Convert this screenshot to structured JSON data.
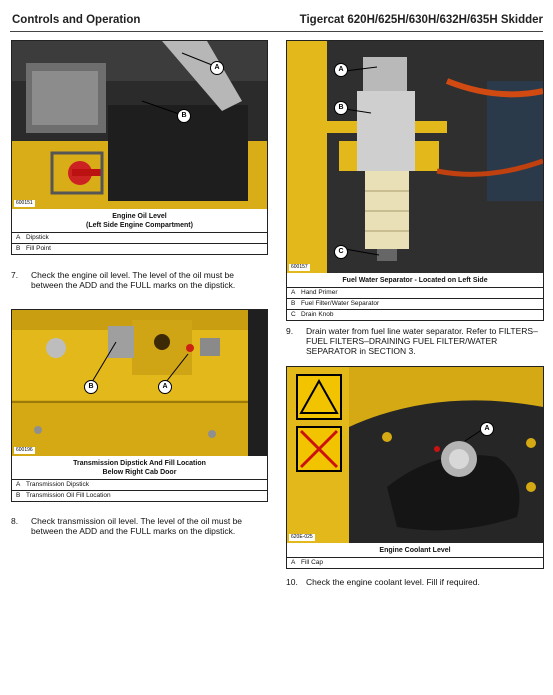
{
  "header": {
    "left": "Controls and Operation",
    "right": "Tigercat 620H/625H/630H/632H/635H  Skidder"
  },
  "figures": {
    "engine_oil": {
      "id": "600151",
      "title_line1": "Engine Oil Level",
      "title_line2": "(Left Side Engine Compartment)",
      "items": [
        {
          "key": "A",
          "label": "Dipstick"
        },
        {
          "key": "B",
          "label": "Fill Point"
        }
      ],
      "callouts": [
        "A",
        "B"
      ]
    },
    "transmission": {
      "id": "600196",
      "title_line1": "Transmission Dipstick And Fill Location",
      "title_line2": "Below Right Cab Door",
      "items": [
        {
          "key": "A",
          "label": "Transmission Dipstick"
        },
        {
          "key": "B",
          "label": "Transmission Oil Fill Location"
        }
      ],
      "callouts": [
        "B",
        "A"
      ]
    },
    "fuel_water": {
      "id": "600157",
      "title": "Fuel Water Separator - Located on Left Side",
      "items": [
        {
          "key": "A",
          "label": "Hand Primer"
        },
        {
          "key": "B",
          "label": "Fuel Filter/Water Separator"
        },
        {
          "key": "C",
          "label": "Drain Knob"
        }
      ],
      "callouts": [
        "A",
        "B",
        "C"
      ]
    },
    "coolant": {
      "id": "620E-025",
      "title": "Engine Coolant Level",
      "items": [
        {
          "key": "A",
          "label": "Fill Cap"
        }
      ],
      "callouts": [
        "A"
      ]
    }
  },
  "steps": {
    "s7": {
      "num": "7.",
      "text": "Check the engine oil level.  The level of the oil must be between the ADD and the FULL marks on the dipstick."
    },
    "s8": {
      "num": "8.",
      "text": "Check transmission oil level.  The level of the oil must be between the ADD and the FULL marks on the dipstick."
    },
    "s9": {
      "num": "9.",
      "text": "Drain water from fuel line water separator. Refer to FILTERS–FUEL FILTERS–DRAINING FUEL FILTER/WATER SEPARATOR in SECTION 3."
    },
    "s10": {
      "num": "10.",
      "text": "Check the engine coolant level. Fill if required."
    }
  },
  "colors": {
    "machine_yellow": "#e2b81a",
    "dark_metal": "#3a3a3a",
    "warning_yellow": "#f2c400"
  }
}
